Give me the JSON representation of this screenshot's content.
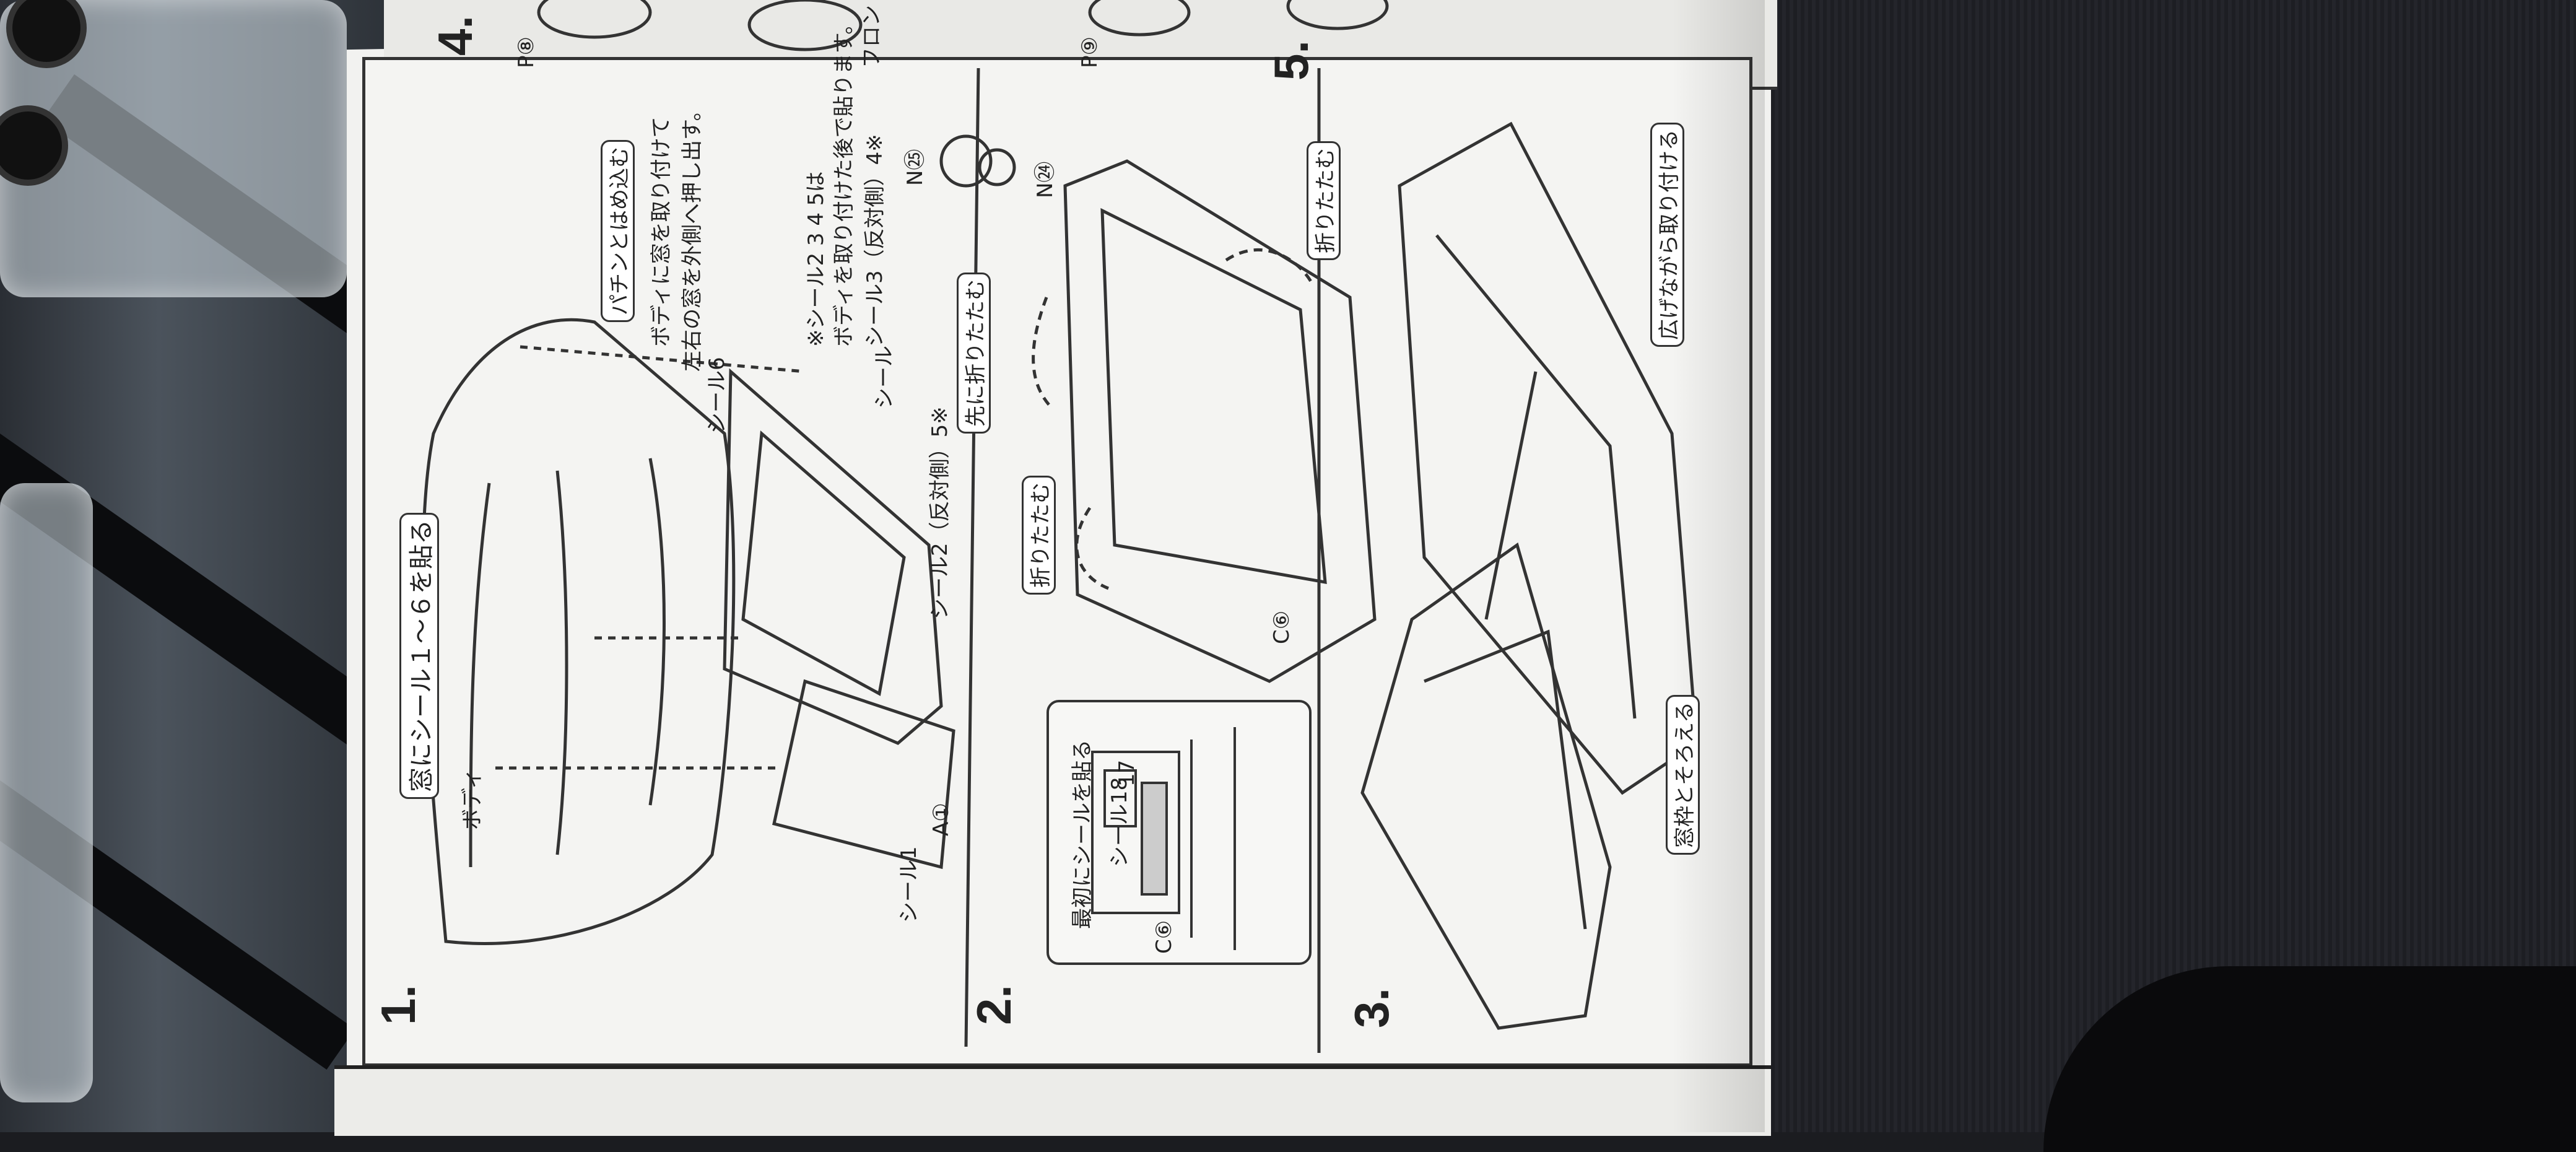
{
  "instructions": {
    "step1": {
      "number": "1.",
      "title": "窓にシール１～６を貼る",
      "body_label": "ボディ",
      "seal1": "シール1",
      "part_a1": "A①",
      "seal2": "シール2（反対側）5※",
      "seal6": "シール6",
      "seal_windows": "シール",
      "note_box": "パチンとはめ込む",
      "note_text_1": "ボディに窓を取り付けて",
      "note_text_2": "左右の窓を外側へ押し出す。",
      "footnote_1": "※シール2 3 4 5は",
      "footnote_2": "ボディを取り付けた後で貼ります。",
      "footnote_3": "シール3（反対側）4※"
    },
    "step2": {
      "number": "2.",
      "inset_title": "最初にシールを貼る",
      "part_c6_inset": "C⑥",
      "seal18": "シール18",
      "seal17": "17",
      "fold_first": "先に折りたたむ",
      "fold": "折りたたむ",
      "fold2": "折りたたむ",
      "part_c6": "C⑥",
      "part_n24": "N㉔",
      "part_n25": "N㉕"
    },
    "step3": {
      "number": "3.",
      "spread": "広げながら取り付ける",
      "align": "窓枠とそろえる"
    },
    "top_strip": {
      "step4": "4.",
      "step5": "5.",
      "front_tire": "フロントタイヤ",
      "p8": "P⑧",
      "p9": "P⑨"
    }
  }
}
